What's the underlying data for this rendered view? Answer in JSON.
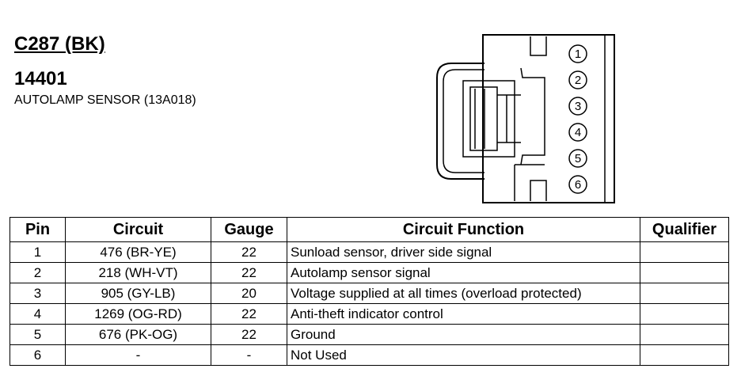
{
  "header": {
    "connector_id": "C287 (BK)",
    "part_number": "14401",
    "component_name": "AUTOLAMP SENSOR (13A018)"
  },
  "connector": {
    "pins": [
      "1",
      "2",
      "3",
      "4",
      "5",
      "6"
    ]
  },
  "table": {
    "headers": {
      "pin": "Pin",
      "circuit": "Circuit",
      "gauge": "Gauge",
      "function": "Circuit Function",
      "qualifier": "Qualifier"
    },
    "rows": [
      {
        "pin": "1",
        "circuit": "476 (BR-YE)",
        "gauge": "22",
        "function": "Sunload sensor, driver side signal",
        "qualifier": ""
      },
      {
        "pin": "2",
        "circuit": "218 (WH-VT)",
        "gauge": "22",
        "function": "Autolamp sensor signal",
        "qualifier": ""
      },
      {
        "pin": "3",
        "circuit": "905 (GY-LB)",
        "gauge": "20",
        "function": "Voltage supplied at all times (overload protected)",
        "qualifier": ""
      },
      {
        "pin": "4",
        "circuit": "1269 (OG-RD)",
        "gauge": "22",
        "function": "Anti-theft indicator control",
        "qualifier": ""
      },
      {
        "pin": "5",
        "circuit": "676 (PK-OG)",
        "gauge": "22",
        "function": "Ground",
        "qualifier": ""
      },
      {
        "pin": "6",
        "circuit": "-",
        "gauge": "-",
        "function": "Not Used",
        "qualifier": ""
      }
    ]
  }
}
